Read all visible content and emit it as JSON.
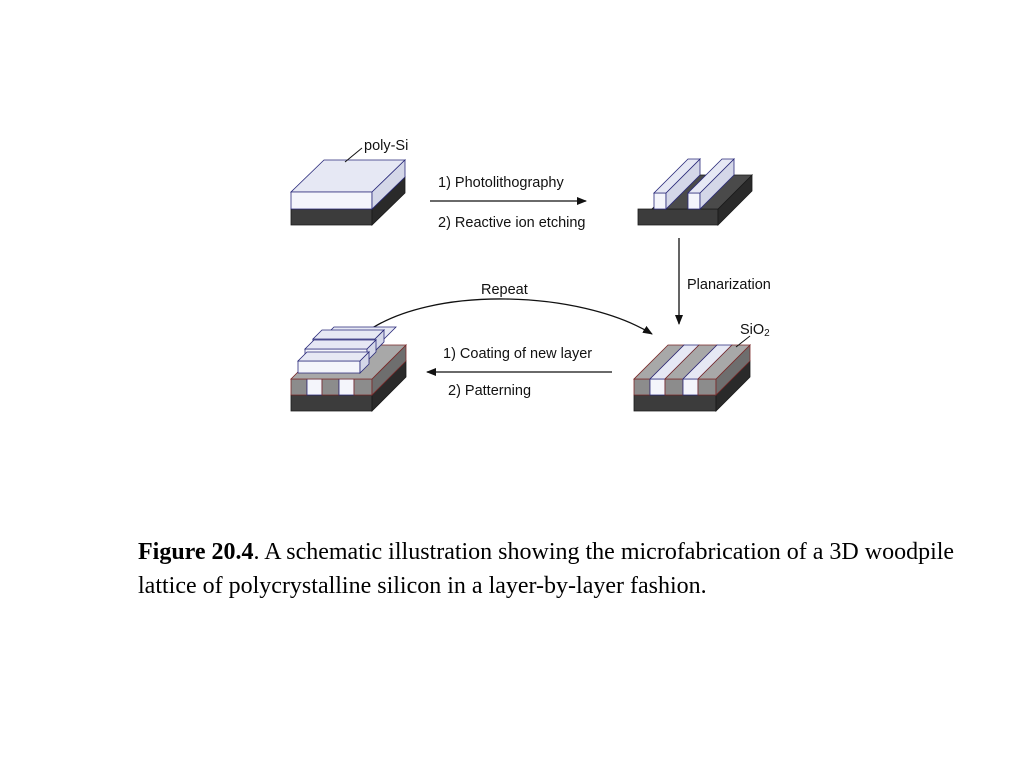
{
  "diagram": {
    "label_poly_si": "poly-Si",
    "step_photolithography": "1) Photolithography",
    "step_reactive_ion_etching": "2) Reactive ion etching",
    "step_planarization": "Planarization",
    "label_sio2_main": "SiO",
    "label_sio2_sub": "2",
    "step_repeat": "Repeat",
    "step_coating": "1) Coating of new layer",
    "step_patterning": "2) Patterning",
    "colors": {
      "poly_si": "#e6e8f4",
      "substrate": "#3c3c3c",
      "sio2": "#8c8c8c"
    }
  },
  "caption": {
    "label": "Figure 20.4",
    "text": ".  A schematic illustration showing the microfabrication of a 3D woodpile lattice of polycrystalline silicon in a layer-by-layer fashion."
  }
}
